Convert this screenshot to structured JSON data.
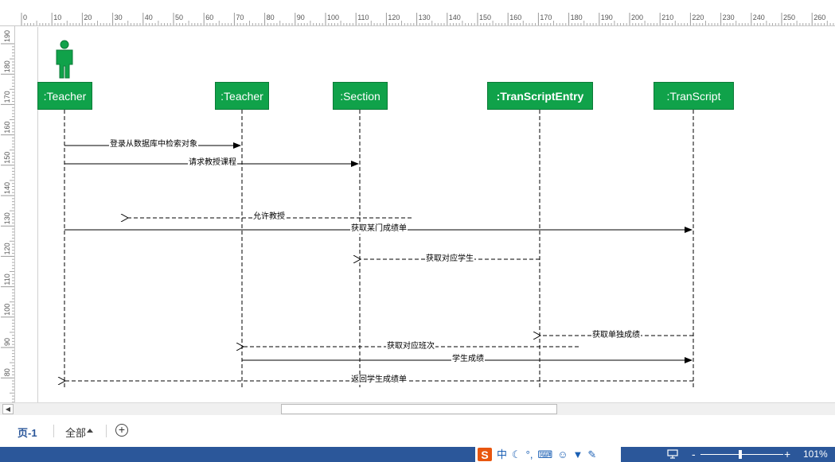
{
  "ruler": {
    "horizontal_labels": [
      "0",
      "10",
      "20",
      "30",
      "40",
      "50",
      "60",
      "70",
      "80",
      "90",
      "100",
      "110",
      "120",
      "130",
      "140",
      "150",
      "160",
      "170",
      "180",
      "190",
      "200",
      "210",
      "220",
      "230",
      "240",
      "250",
      "260"
    ],
    "vertical_labels": [
      "190",
      "180",
      "170",
      "160",
      "150",
      "140",
      "130",
      "120",
      "110",
      "100",
      "90",
      "80"
    ]
  },
  "diagram": {
    "actor": {
      "icon": "person-icon",
      "color": "#10a24a"
    },
    "objects": [
      {
        "id": "teacher1",
        "label": ":Teacher",
        "bold": false
      },
      {
        "id": "teacher2",
        "label": ":Teacher",
        "bold": false
      },
      {
        "id": "section",
        "label": ":Section",
        "bold": false
      },
      {
        "id": "entry",
        "label": ":TranScriptEntry",
        "bold": true
      },
      {
        "id": "transcript",
        "label": ":TranScript",
        "bold": false
      }
    ],
    "messages": [
      {
        "from": "teacher1",
        "to": "teacher2",
        "label": "登录从数据库中检索对象",
        "style": "solid"
      },
      {
        "from": "teacher1",
        "to": "section",
        "label": "请求教授课程",
        "style": "solid"
      },
      {
        "from": "section",
        "to": "teacher1",
        "label": "允许教授",
        "style": "dashed"
      },
      {
        "from": "teacher1",
        "to": "transcript",
        "label": "获取某门成绩单",
        "style": "solid"
      },
      {
        "from": "entry",
        "to": "section",
        "label": "获取对应学生",
        "style": "dashed"
      },
      {
        "from": "transcript",
        "to": "entry",
        "label": "获取单独成绩",
        "style": "dashed"
      },
      {
        "from": "entry",
        "to": "teacher2",
        "label": "获取对应班次",
        "style": "dashed"
      },
      {
        "from": "teacher2",
        "to": "transcript",
        "label": "学生成绩",
        "style": "solid"
      },
      {
        "from": "transcript",
        "to": "teacher1",
        "label": "返回学生成绩单",
        "style": "dashed"
      }
    ],
    "colors": {
      "object_fill": "#10a24a",
      "object_border": "#0b7a37",
      "line": "#000000"
    }
  },
  "tabs": {
    "page_label": "页-1",
    "all_label": "全部",
    "add_icon": "plus-circle-icon"
  },
  "statusbar": {
    "ime": {
      "logo": "S",
      "mode": "中",
      "icons": [
        "moon-icon",
        "punctuation-icon",
        "keyboard-icon",
        "user-icon",
        "shirt-icon",
        "wrench-icon"
      ]
    },
    "present_icon": "presentation-icon",
    "zoom_minus": "-",
    "zoom_plus": "+",
    "zoom_level": "101%",
    "zoom_fraction": 0.48,
    "color": "#2b579a"
  }
}
